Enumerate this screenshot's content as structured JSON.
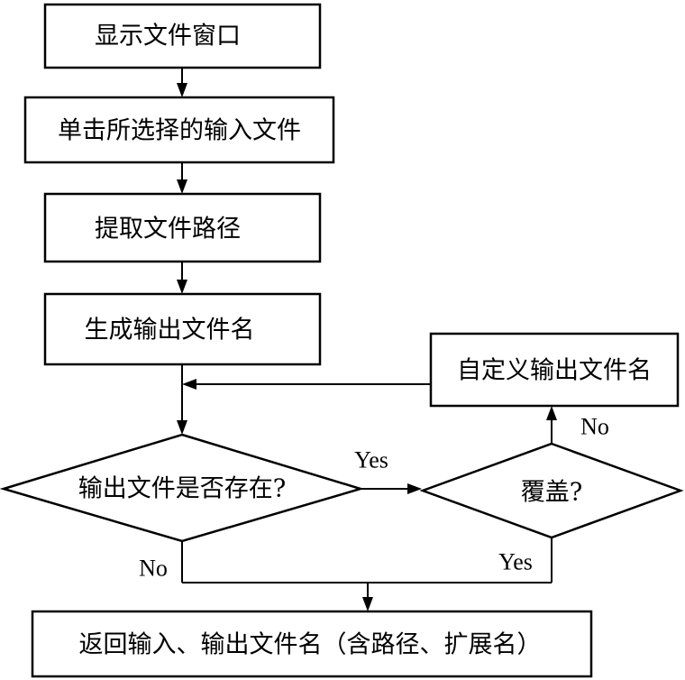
{
  "nodes": {
    "show_file_window": "显示文件窗口",
    "click_input_file": "单击所选择的输入文件",
    "extract_file_path": "提取文件路径",
    "generate_output_name": "生成输出文件名",
    "custom_output_name": "自定义输出文件名",
    "output_exists_question": "输出文件是否存在?",
    "overwrite_question": "覆盖?",
    "return_names": "返回输入、输出文件名（含路径、扩展名）"
  },
  "edges": {
    "exists_yes": "Yes",
    "exists_no": "No",
    "overwrite_yes": "Yes",
    "overwrite_no": "No"
  },
  "colors": {
    "stroke": "#000000",
    "fill": "#ffffff",
    "text": "#000000"
  }
}
